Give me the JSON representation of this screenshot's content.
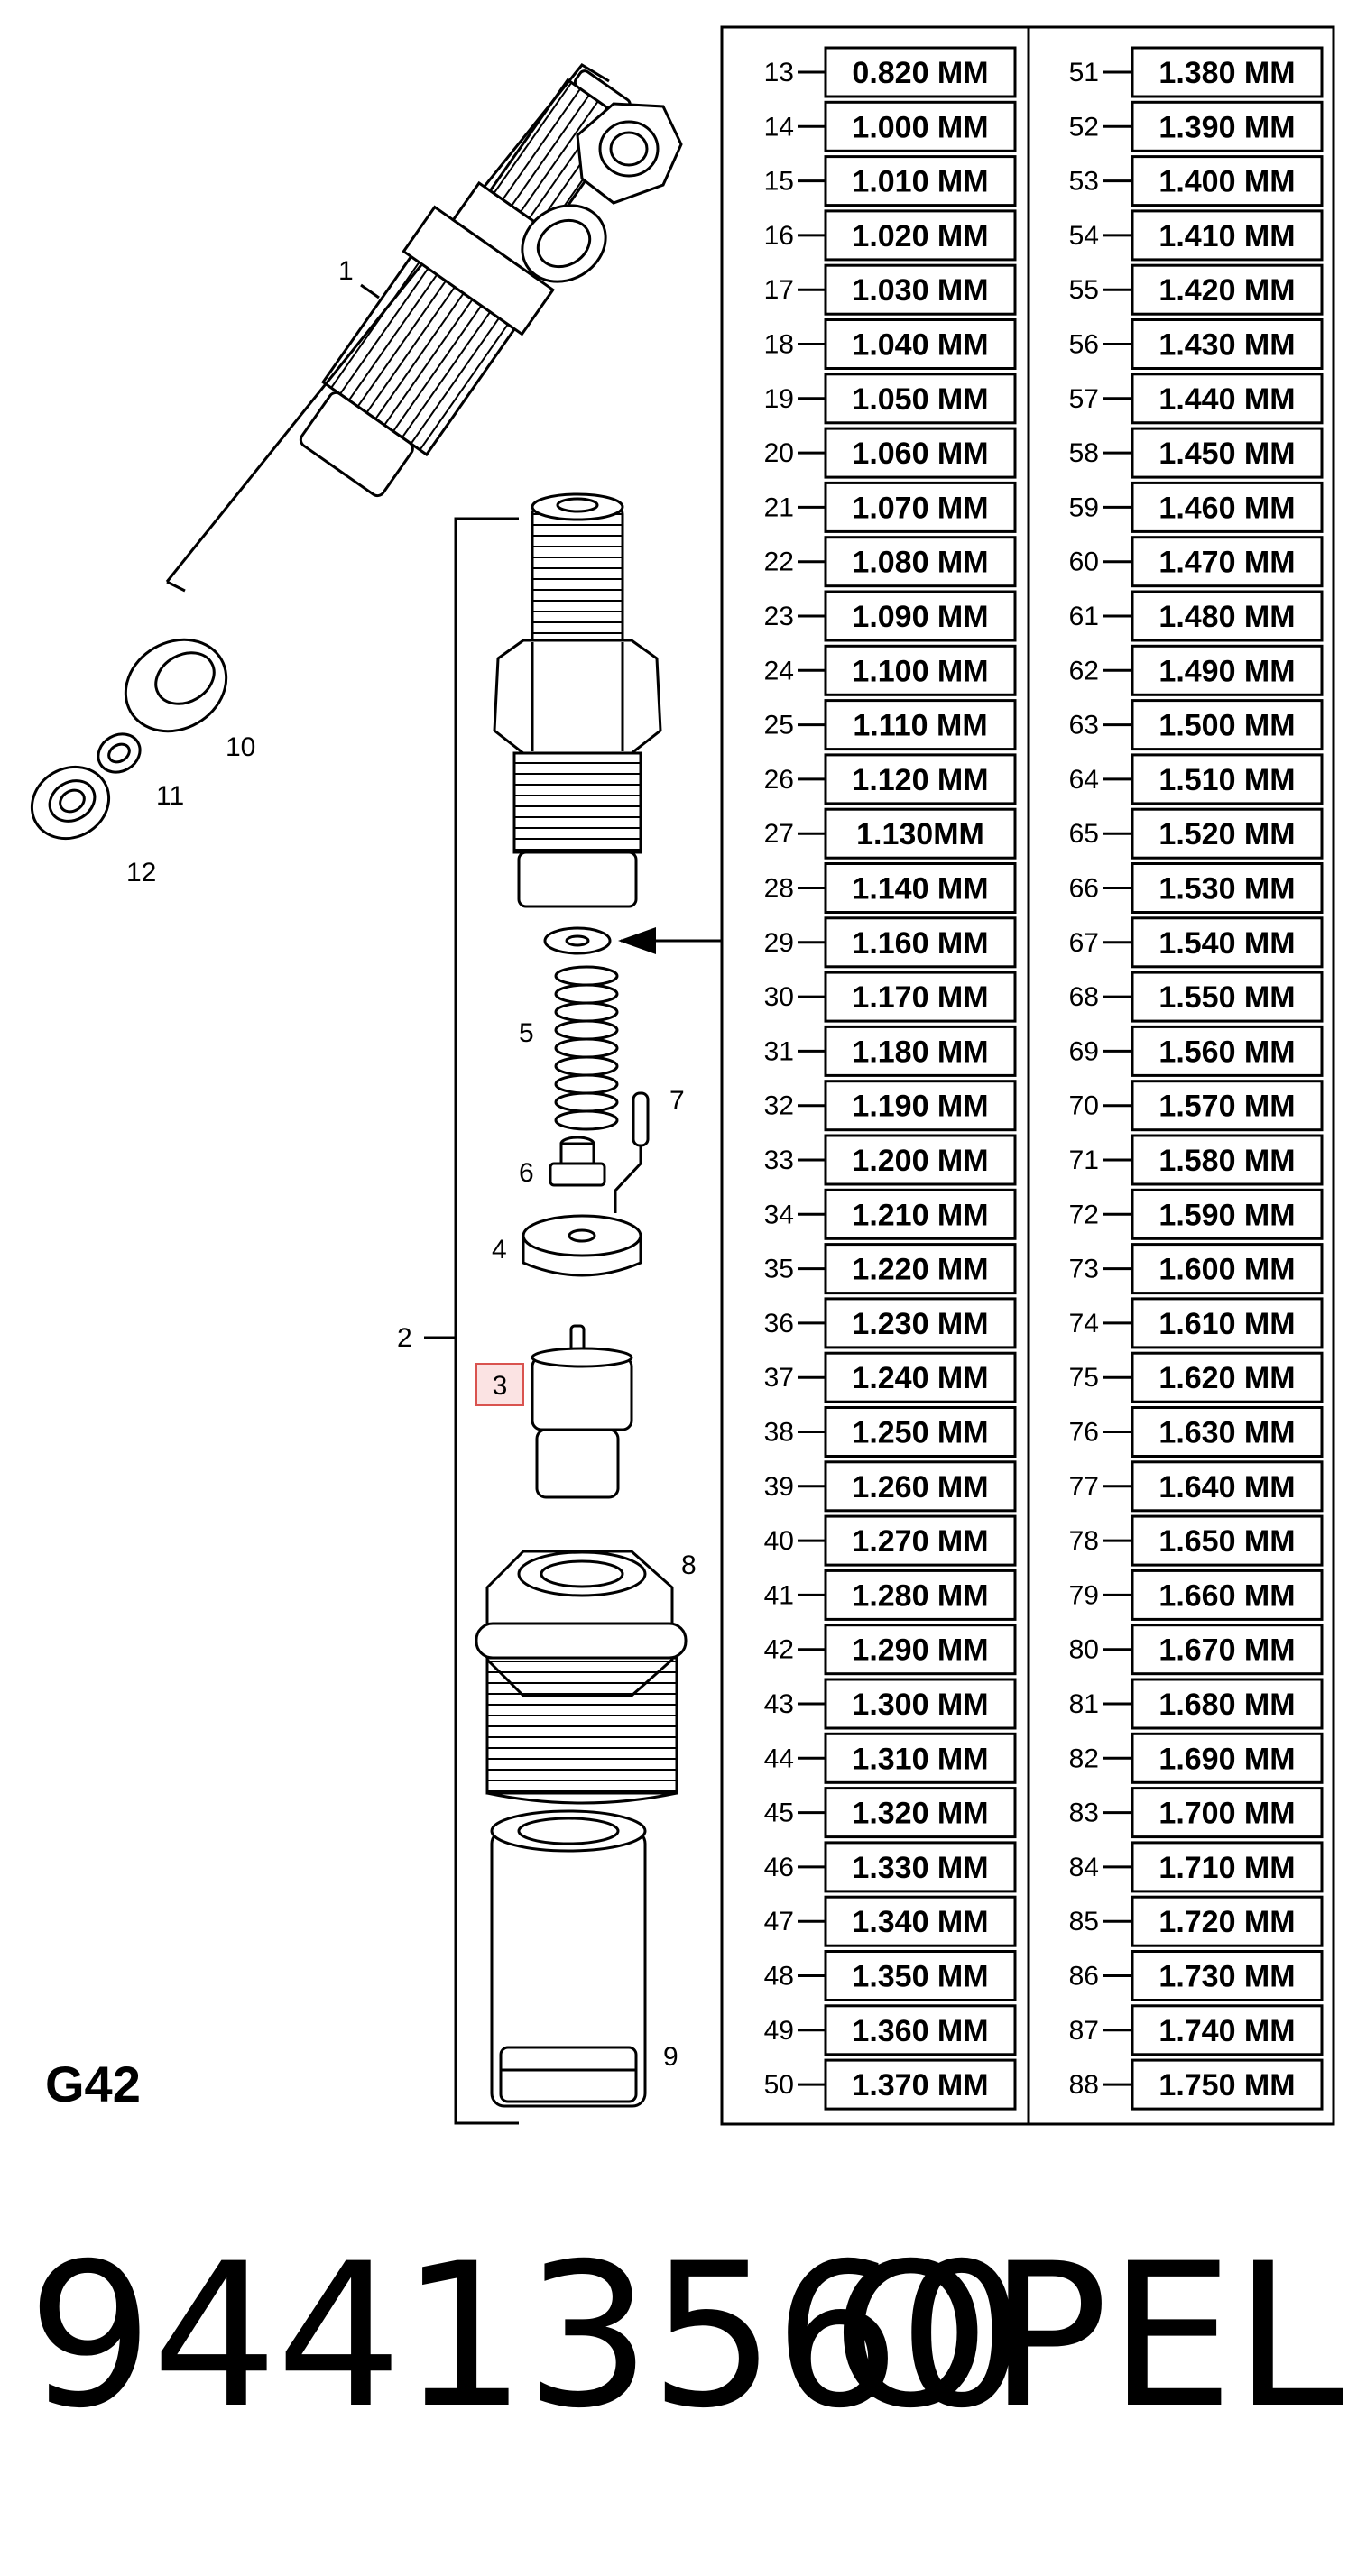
{
  "diagram_code": "G42",
  "callouts": {
    "c1": "1",
    "c2": "2",
    "c3": "3",
    "c4": "4",
    "c5": "5",
    "c6": "6",
    "c7": "7",
    "c8": "8",
    "c9": "9",
    "c10": "10",
    "c11": "11",
    "c12": "12"
  },
  "shim_table": {
    "left": [
      {
        "ref": "13",
        "size": "0.820 MM"
      },
      {
        "ref": "14",
        "size": "1.000 MM"
      },
      {
        "ref": "15",
        "size": "1.010 MM"
      },
      {
        "ref": "16",
        "size": "1.020 MM"
      },
      {
        "ref": "17",
        "size": "1.030 MM"
      },
      {
        "ref": "18",
        "size": "1.040 MM"
      },
      {
        "ref": "19",
        "size": "1.050 MM"
      },
      {
        "ref": "20",
        "size": "1.060 MM"
      },
      {
        "ref": "21",
        "size": "1.070 MM"
      },
      {
        "ref": "22",
        "size": "1.080 MM"
      },
      {
        "ref": "23",
        "size": "1.090 MM"
      },
      {
        "ref": "24",
        "size": "1.100 MM"
      },
      {
        "ref": "25",
        "size": "1.110 MM"
      },
      {
        "ref": "26",
        "size": "1.120 MM"
      },
      {
        "ref": "27",
        "size": "1.130MM"
      },
      {
        "ref": "28",
        "size": "1.140 MM"
      },
      {
        "ref": "29",
        "size": "1.160 MM"
      },
      {
        "ref": "30",
        "size": "1.170 MM"
      },
      {
        "ref": "31",
        "size": "1.180 MM"
      },
      {
        "ref": "32",
        "size": "1.190 MM"
      },
      {
        "ref": "33",
        "size": "1.200 MM"
      },
      {
        "ref": "34",
        "size": "1.210 MM"
      },
      {
        "ref": "35",
        "size": "1.220 MM"
      },
      {
        "ref": "36",
        "size": "1.230 MM"
      },
      {
        "ref": "37",
        "size": "1.240 MM"
      },
      {
        "ref": "38",
        "size": "1.250 MM"
      },
      {
        "ref": "39",
        "size": "1.260 MM"
      },
      {
        "ref": "40",
        "size": "1.270 MM"
      },
      {
        "ref": "41",
        "size": "1.280 MM"
      },
      {
        "ref": "42",
        "size": "1.290 MM"
      },
      {
        "ref": "43",
        "size": "1.300 MM"
      },
      {
        "ref": "44",
        "size": "1.310 MM"
      },
      {
        "ref": "45",
        "size": "1.320 MM"
      },
      {
        "ref": "46",
        "size": "1.330 MM"
      },
      {
        "ref": "47",
        "size": "1.340 MM"
      },
      {
        "ref": "48",
        "size": "1.350 MM"
      },
      {
        "ref": "49",
        "size": "1.360 MM"
      },
      {
        "ref": "50",
        "size": "1.370 MM"
      }
    ],
    "right": [
      {
        "ref": "51",
        "size": "1.380 MM"
      },
      {
        "ref": "52",
        "size": "1.390 MM"
      },
      {
        "ref": "53",
        "size": "1.400 MM"
      },
      {
        "ref": "54",
        "size": "1.410 MM"
      },
      {
        "ref": "55",
        "size": "1.420 MM"
      },
      {
        "ref": "56",
        "size": "1.430 MM"
      },
      {
        "ref": "57",
        "size": "1.440 MM"
      },
      {
        "ref": "58",
        "size": "1.450 MM"
      },
      {
        "ref": "59",
        "size": "1.460 MM"
      },
      {
        "ref": "60",
        "size": "1.470 MM"
      },
      {
        "ref": "61",
        "size": "1.480 MM"
      },
      {
        "ref": "62",
        "size": "1.490 MM"
      },
      {
        "ref": "63",
        "size": "1.500 MM"
      },
      {
        "ref": "64",
        "size": "1.510 MM"
      },
      {
        "ref": "65",
        "size": "1.520 MM"
      },
      {
        "ref": "66",
        "size": "1.530 MM"
      },
      {
        "ref": "67",
        "size": "1.540 MM"
      },
      {
        "ref": "68",
        "size": "1.550 MM"
      },
      {
        "ref": "69",
        "size": "1.560 MM"
      },
      {
        "ref": "70",
        "size": "1.570 MM"
      },
      {
        "ref": "71",
        "size": "1.580 MM"
      },
      {
        "ref": "72",
        "size": "1.590 MM"
      },
      {
        "ref": "73",
        "size": "1.600 MM"
      },
      {
        "ref": "74",
        "size": "1.610 MM"
      },
      {
        "ref": "75",
        "size": "1.620 MM"
      },
      {
        "ref": "76",
        "size": "1.630 MM"
      },
      {
        "ref": "77",
        "size": "1.640 MM"
      },
      {
        "ref": "78",
        "size": "1.650 MM"
      },
      {
        "ref": "79",
        "size": "1.660 MM"
      },
      {
        "ref": "80",
        "size": "1.670 MM"
      },
      {
        "ref": "81",
        "size": "1.680 MM"
      },
      {
        "ref": "82",
        "size": "1.690 MM"
      },
      {
        "ref": "83",
        "size": "1.700 MM"
      },
      {
        "ref": "84",
        "size": "1.710 MM"
      },
      {
        "ref": "85",
        "size": "1.720 MM"
      },
      {
        "ref": "86",
        "size": "1.730 MM"
      },
      {
        "ref": "87",
        "size": "1.740 MM"
      },
      {
        "ref": "88",
        "size": "1.750 MM"
      }
    ]
  },
  "part_number": "94413560",
  "brand": "OPEL",
  "colors": {
    "line": "#000000",
    "highlight_border": "#d9534f",
    "highlight_fill": "#fbe3e3"
  }
}
